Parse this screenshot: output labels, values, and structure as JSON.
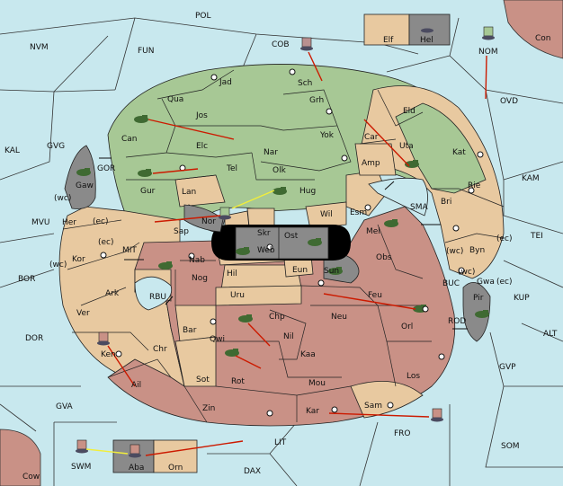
{
  "colors": {
    "sea": "#c8e8ee",
    "green": "#a7c895",
    "tan": "#e8c9a0",
    "rose": "#c99186",
    "grey": "#8a8a8a",
    "black": "#000000",
    "arrow_red": "#cc1a00",
    "arrow_yellow": "#f2ee3a"
  },
  "sea_labels": {
    "pol": "POL",
    "nvm": "NVM",
    "fun": "FUN",
    "cob": "COB",
    "nom": "NOM",
    "con": "Con",
    "ovd": "OVD",
    "kal": "KAL",
    "gvg": "GVG",
    "kam": "KAM",
    "mvu": "MVU",
    "tei": "TEI",
    "bor": "BOR",
    "sma": "SMA",
    "mit": "MIT",
    "kup": "KUP",
    "buc": "BUC",
    "dor": "DOR",
    "rbu": "RBU",
    "rod": "ROD",
    "alt": "ALT",
    "gvp": "GVP",
    "gva": "GVA",
    "fro": "FRO",
    "som": "SOM",
    "lit": "LIT",
    "swm": "SWM",
    "dax": "DAX",
    "cow": "Cow",
    "gor": "GOR",
    "wc1": "(wc)",
    "ec1": "(ec)",
    "ec2": "(ec)",
    "wc2": "(wc)",
    "wc3": "(wc)",
    "ec3": "(ec)",
    "wc4": "(wc)",
    "ec4": "(ec)"
  },
  "land_labels": {
    "jad": "Jad",
    "sch": "Sch",
    "qua": "Qua",
    "jos": "Jos",
    "grh": "Grh",
    "eld": "Eld",
    "can": "Can",
    "elc": "Elc",
    "nar": "Nar",
    "yok": "Yok",
    "car": "Car",
    "uta": "Uta",
    "kat": "Kat",
    "gaw": "Gaw",
    "tel": "Tel",
    "olk": "Olk",
    "amp": "Amp",
    "gur": "Gur",
    "lan": "Lan",
    "hug": "Hug",
    "rie": "Rie",
    "bri": "Bri",
    "her": "Her",
    "sap": "Sap",
    "nor": "Nor",
    "skr": "Skr",
    "wil": "Wil",
    "esm": "Esm",
    "ost": "Ost",
    "web": "Web",
    "mel": "Mel",
    "byn": "Byn",
    "kor": "Kor",
    "nab": "Nab",
    "hil": "Hil",
    "eun": "Eun",
    "sun": "Sun",
    "obs": "Obs",
    "gwa": "Gwa",
    "ark": "Ark",
    "nog": "Nog",
    "uru": "Uru",
    "feu": "Feu",
    "pir": "Pir",
    "ver": "Ver",
    "orl": "Orl",
    "chp": "Chp",
    "neu": "Neu",
    "bar": "Bar",
    "qwi": "Qwi",
    "nil": "Nil",
    "chr": "Chr",
    "ken": "Ken",
    "kaa": "Kaa",
    "ail": "Ail",
    "sot": "Sot",
    "rot": "Rot",
    "mou": "Mou",
    "los": "Los",
    "zin": "Zin",
    "kar": "Kar",
    "sam": "Sam",
    "elf": "Elf",
    "hel": "Hel",
    "aba": "Aba",
    "orn": "Orn"
  }
}
